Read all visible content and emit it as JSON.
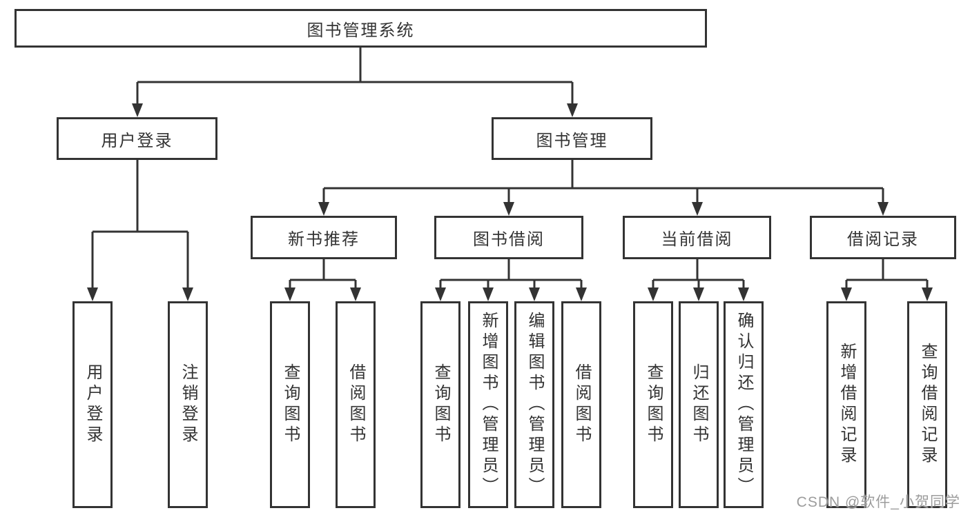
{
  "tree": {
    "label": "图书管理系统",
    "children": [
      {
        "label": "用户登录",
        "children": [
          {
            "label": "用户登录"
          },
          {
            "label": "注销登录"
          }
        ]
      },
      {
        "label": "图书管理",
        "children": [
          {
            "label": "新书推荐",
            "children": [
              {
                "label": "查询图书"
              },
              {
                "label": "借阅图书"
              }
            ]
          },
          {
            "label": "图书借阅",
            "children": [
              {
                "label": "查询图书"
              },
              {
                "label": "新增图书（管理员）"
              },
              {
                "label": "编辑图书（管理员）"
              },
              {
                "label": "借阅图书"
              }
            ]
          },
          {
            "label": "当前借阅",
            "children": [
              {
                "label": "查询图书"
              },
              {
                "label": "归还图书"
              },
              {
                "label": "确认归还（管理员）"
              }
            ]
          },
          {
            "label": "借阅记录",
            "children": [
              {
                "label": "新增借阅记录"
              },
              {
                "label": "查询借阅记录"
              }
            ]
          }
        ]
      }
    ]
  },
  "watermark": {
    "text": "CSDN @软件_小贺同学"
  },
  "colors": {
    "line": "#333333",
    "text": "#333333",
    "background": "#ffffff",
    "watermark": "#9c9c9c"
  }
}
